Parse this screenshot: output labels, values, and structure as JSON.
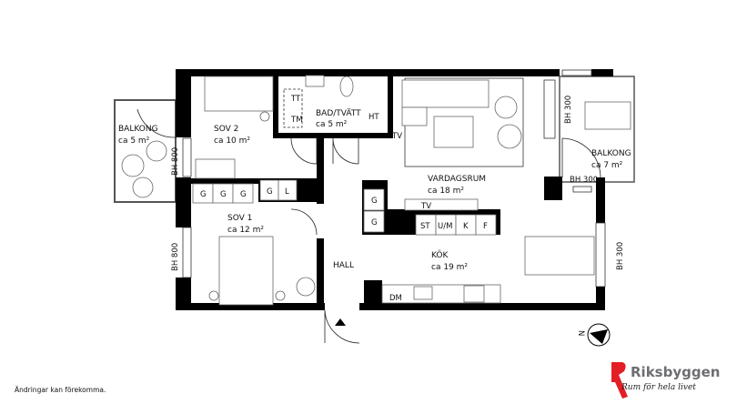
{
  "rooms": {
    "balkong_left": {
      "name": "BALKONG",
      "area": "ca 5 m²"
    },
    "sov2": {
      "name": "SOV 2",
      "area": "ca 10 m²"
    },
    "bad": {
      "name": "BAD/TVÄTT",
      "area": "ca 5 m²"
    },
    "vardagsrum": {
      "name": "VARDAGSRUM",
      "area": "ca 18 m²"
    },
    "balkong_right": {
      "name": "BALKONG",
      "area": "ca 7 m²"
    },
    "sov1": {
      "name": "SOV 1",
      "area": "ca 12 m²"
    },
    "hall": {
      "name": "HALL"
    },
    "kok": {
      "name": "KÖK",
      "area": "ca 19 m²"
    }
  },
  "fixtures": {
    "tt": "TT",
    "tm": "TM",
    "ht": "HT",
    "tv1": "TV",
    "tv2": "TV",
    "dm": "DM",
    "closets_sov": [
      "G",
      "G",
      "G",
      "G",
      "L"
    ],
    "closets_hall": [
      "G",
      "G"
    ],
    "kitchen": [
      "ST",
      "U/M",
      "K",
      "F"
    ]
  },
  "window_heights": {
    "bh300_a": "BH 300",
    "bh300_b": "BH 300",
    "bh300_c": "BH 300",
    "bh800_a": "BH 800",
    "bh800_b": "BH 800"
  },
  "compass": {
    "label": "N"
  },
  "footer": {
    "disclaimer": "Ändringar kan förekomma."
  },
  "brand": {
    "name": "Riksbyggen",
    "tagline": "Rum för hela livet",
    "color": "#e31e24"
  }
}
